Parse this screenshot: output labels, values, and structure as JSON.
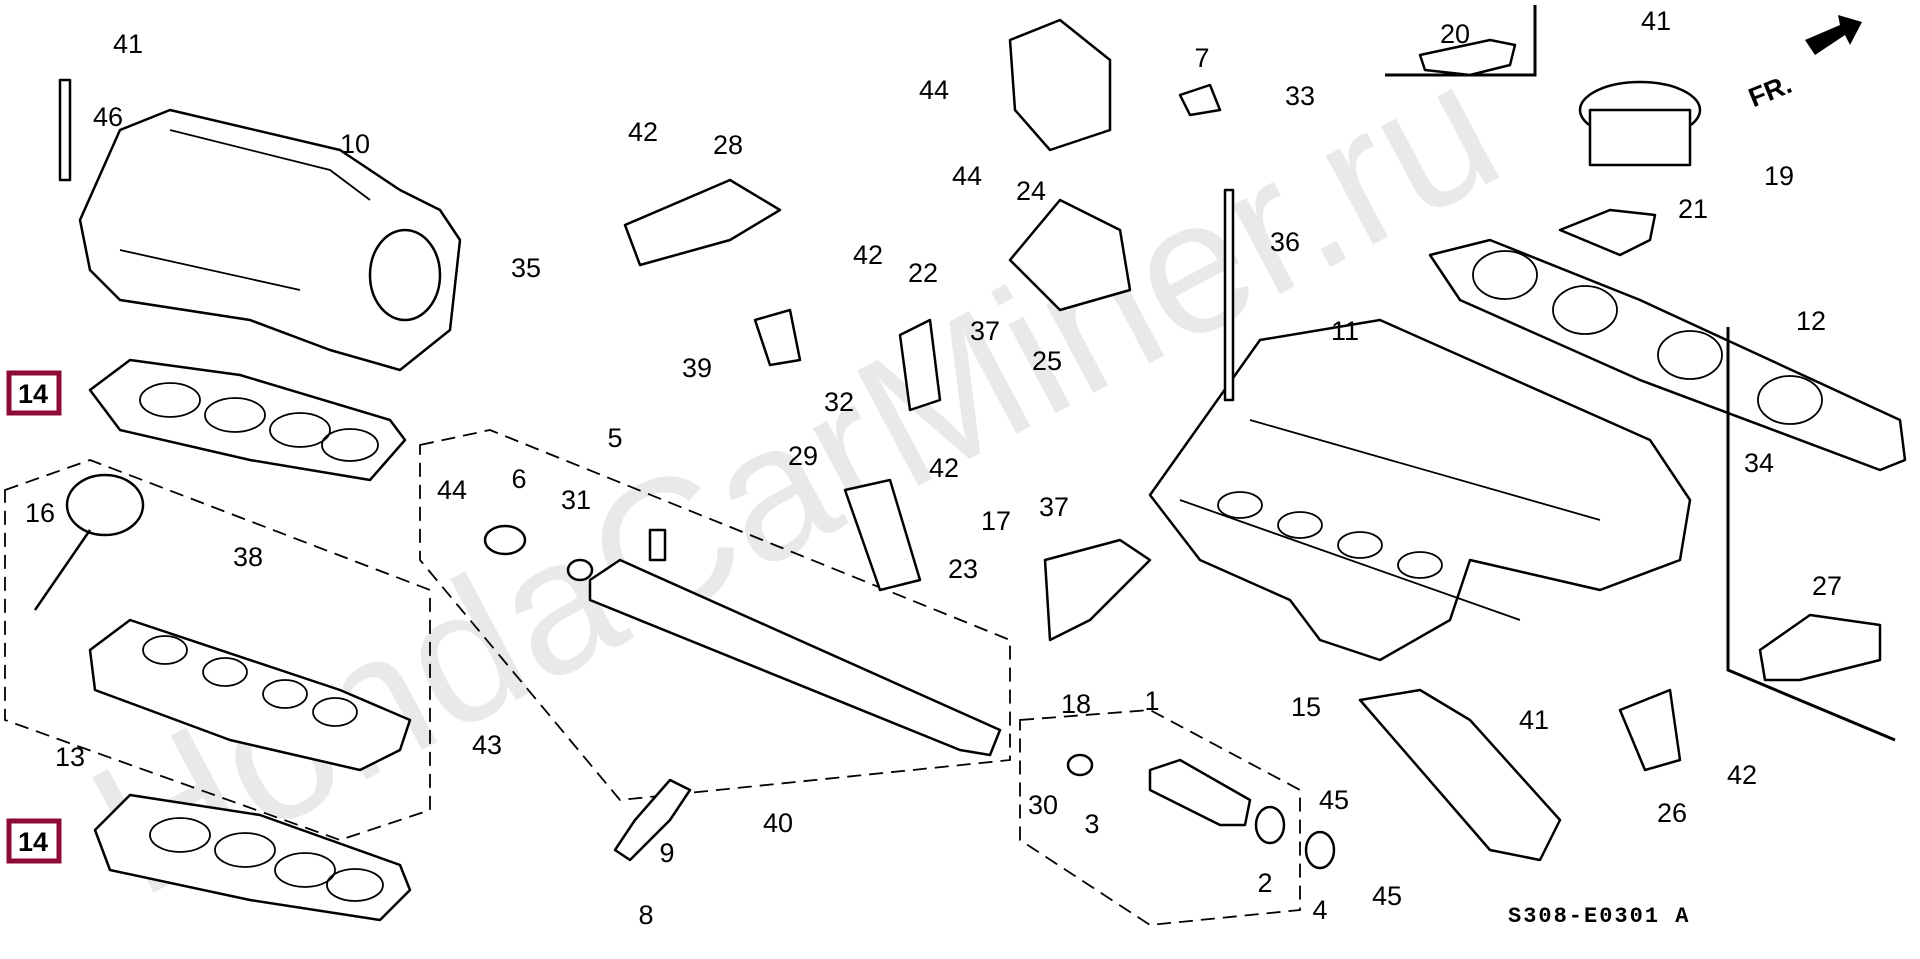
{
  "diagram": {
    "watermark": "HondaCarMiner.ru",
    "direction_label": "FR.",
    "diagram_code": "S308-E0301 A",
    "highlight_color": "#8b0a36",
    "callouts": [
      {
        "label": "41"
      },
      {
        "label": "46"
      },
      {
        "label": "10"
      },
      {
        "label": "35"
      },
      {
        "label": "14",
        "highlighted": true
      },
      {
        "label": "16"
      },
      {
        "label": "38"
      },
      {
        "label": "13"
      },
      {
        "label": "14",
        "highlighted": true
      },
      {
        "label": "42"
      },
      {
        "label": "28"
      },
      {
        "label": "39"
      },
      {
        "label": "29"
      },
      {
        "label": "32"
      },
      {
        "label": "5"
      },
      {
        "label": "44"
      },
      {
        "label": "6"
      },
      {
        "label": "31"
      },
      {
        "label": "43"
      },
      {
        "label": "9"
      },
      {
        "label": "8"
      },
      {
        "label": "40"
      },
      {
        "label": "44"
      },
      {
        "label": "24"
      },
      {
        "label": "44"
      },
      {
        "label": "42"
      },
      {
        "label": "22"
      },
      {
        "label": "37"
      },
      {
        "label": "25"
      },
      {
        "label": "42"
      },
      {
        "label": "17"
      },
      {
        "label": "23"
      },
      {
        "label": "37"
      },
      {
        "label": "18"
      },
      {
        "label": "1"
      },
      {
        "label": "30"
      },
      {
        "label": "3"
      },
      {
        "label": "2"
      },
      {
        "label": "4"
      },
      {
        "label": "7"
      },
      {
        "label": "33"
      },
      {
        "label": "36"
      },
      {
        "label": "11"
      },
      {
        "label": "20"
      },
      {
        "label": "41"
      },
      {
        "label": "19"
      },
      {
        "label": "21"
      },
      {
        "label": "12"
      },
      {
        "label": "34"
      },
      {
        "label": "15"
      },
      {
        "label": "41"
      },
      {
        "label": "27"
      },
      {
        "label": "42"
      },
      {
        "label": "26"
      },
      {
        "label": "45"
      },
      {
        "label": "45"
      }
    ]
  }
}
